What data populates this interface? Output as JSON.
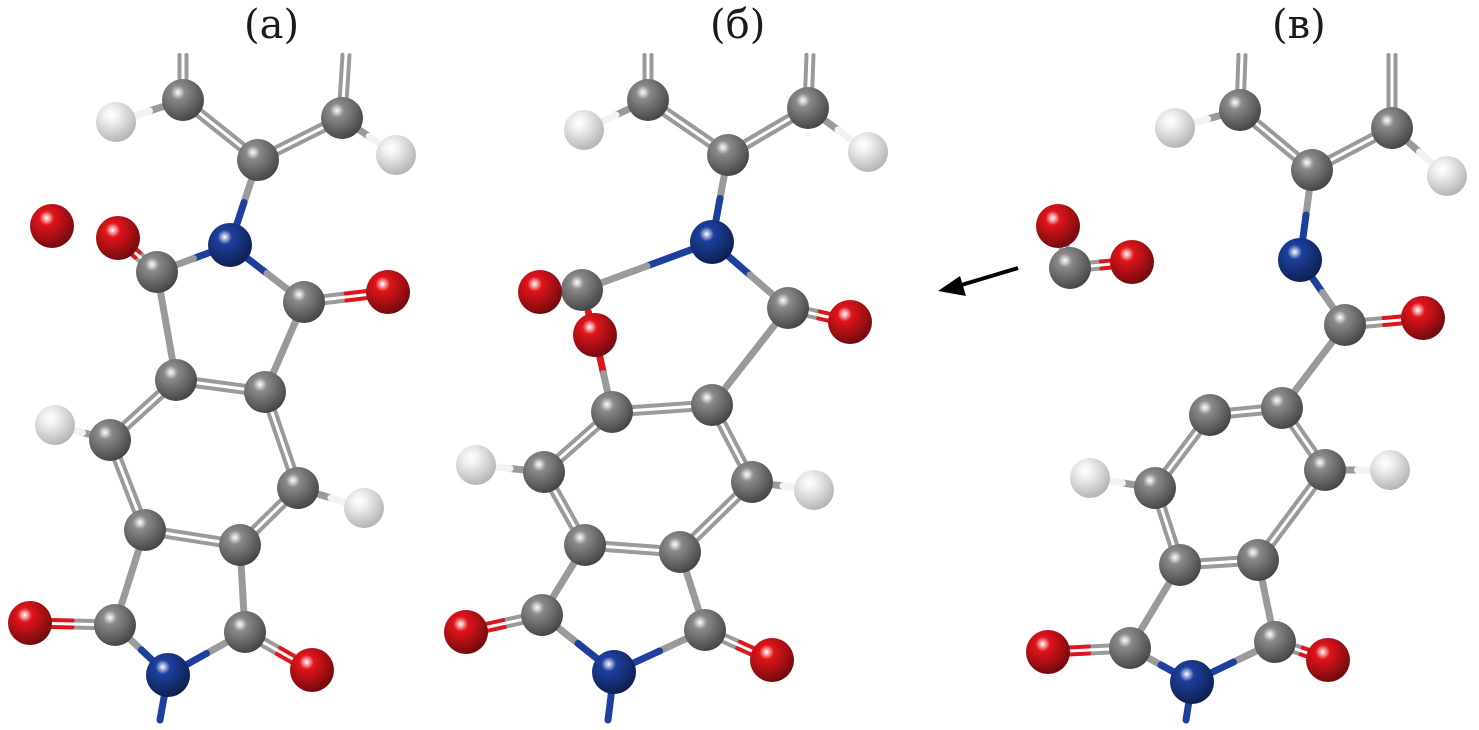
{
  "panels": [
    {
      "label": "(а)"
    },
    {
      "label": "(б)"
    },
    {
      "label": "(в)"
    }
  ],
  "colors": {
    "carbon": "#8a8a8a",
    "oxygen": "#e0141b",
    "nitrogen": "#1d3f9e",
    "hydrogen": "#f2f2f2",
    "bond": "#9a9a9a",
    "arrow": "#000000"
  },
  "atom_types": [
    "carbon",
    "oxygen",
    "nitrogen",
    "hydrogen"
  ],
  "released_molecule": {
    "atoms": [
      "oxygen",
      "carbon",
      "oxygen"
    ]
  },
  "arrow": {
    "direction": "left"
  }
}
